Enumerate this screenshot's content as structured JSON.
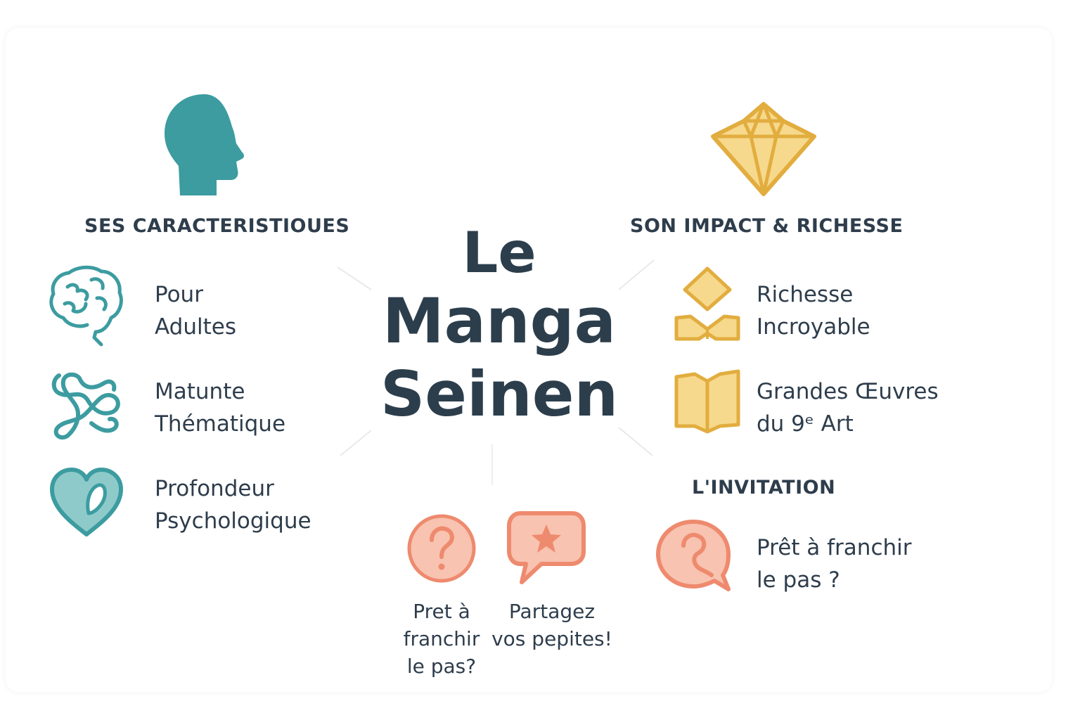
{
  "center": {
    "line1": "Le",
    "line2": "Manga",
    "line3": "Seinen"
  },
  "left_section": {
    "title": "SES CARACTERISTIOUES",
    "items": [
      {
        "label": "Pour\nAdultes",
        "icon": "brain-icon"
      },
      {
        "label": "Matunte\nThématique",
        "icon": "knot-icon"
      },
      {
        "label": "Profondeur\nPsychologique",
        "icon": "heart-icon"
      }
    ]
  },
  "right_section": {
    "title": "SON IMPACT & RICHESSE",
    "items": [
      {
        "label": "Richesse\nIncroyable",
        "icon": "diamond-book-icon"
      },
      {
        "label": "Grandes Œuvres\ndu 9ᵉ Art",
        "icon": "open-book-icon"
      }
    ]
  },
  "invitation": {
    "title": "L'INVITATION",
    "label": "Prêt à franchir\nle pas ?",
    "icon": "question-bubble-icon"
  },
  "bottom_items": [
    {
      "label": "Pret à\nfranchir\nle pas?",
      "icon": "question-circle-icon"
    },
    {
      "label": "Partagez\nvos pepites!",
      "icon": "star-bubble-icon"
    }
  ],
  "colors": {
    "teal": "#3c9ca0",
    "teal_light": "#8fcaca",
    "gold": "#e2ad3f",
    "gold_light": "#f6d98c",
    "coral": "#ee8a6e",
    "coral_light": "#f8c3b0",
    "text": "#2e3d4c"
  }
}
